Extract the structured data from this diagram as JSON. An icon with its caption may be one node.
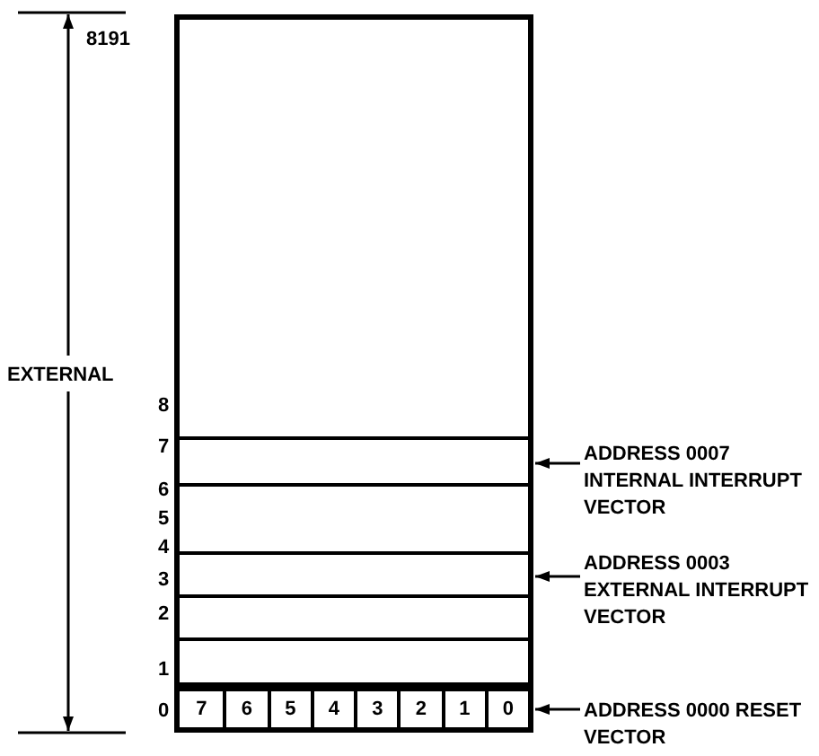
{
  "diagram": {
    "nodes": [
      {
        "text": [],
        "shape": "box"
      },
      {
        "text": [],
        "shape": "box",
        "in": 0
      },
      {
        "text": [],
        "shape": "box",
        "in": 0
      },
      {
        "text": [],
        "shape": "box",
        "in": 0
      },
      {
        "text": [],
        "shape": "box",
        "in": 0
      },
      {
        "text": [],
        "shape": "box",
        "in": 0
      },
      {
        "text": [],
        "shape": "box",
        "in": 0
      },
      {
        "text": [],
        "shape": "box",
        "in": 0
      },
      {
        "text": [
          "7"
        ],
        "in": 7
      },
      {
        "text": [
          "6"
        ],
        "in": 7
      },
      {
        "text": [
          "5"
        ],
        "in": 7
      },
      {
        "text": [
          "4"
        ],
        "in": 7
      },
      {
        "text": [
          "3"
        ],
        "in": 7
      },
      {
        "text": [
          "2"
        ],
        "in": 7
      },
      {
        "text": [
          "1"
        ],
        "in": 7
      },
      {
        "text": [
          "0"
        ],
        "in": 7
      },
      {
        "text": [
          "ADDRESS 0007 INTERNAL INTERRUPT VECTOR"
        ]
      },
      {
        "text": [
          "ADDRESS 0003 EXTERNAL INTERRUPT VECTOR"
        ]
      },
      {
        "text": [
          "ADDRESS 0000 RESET VECTOR"
        ]
      }
    ],
    "edges": [
      {
        "from": 16,
        "to": 2,
        "arrow": "to"
      },
      {
        "from": 17,
        "to": 4,
        "arrow": "to"
      },
      {
        "from": 18,
        "to": 7,
        "arrow": "to"
      }
    ],
    "labels": [
      "8191",
      "EXTERNAL",
      "8",
      "7",
      "6",
      "5",
      "4",
      "3",
      "2",
      "1",
      "0"
    ]
  }
}
